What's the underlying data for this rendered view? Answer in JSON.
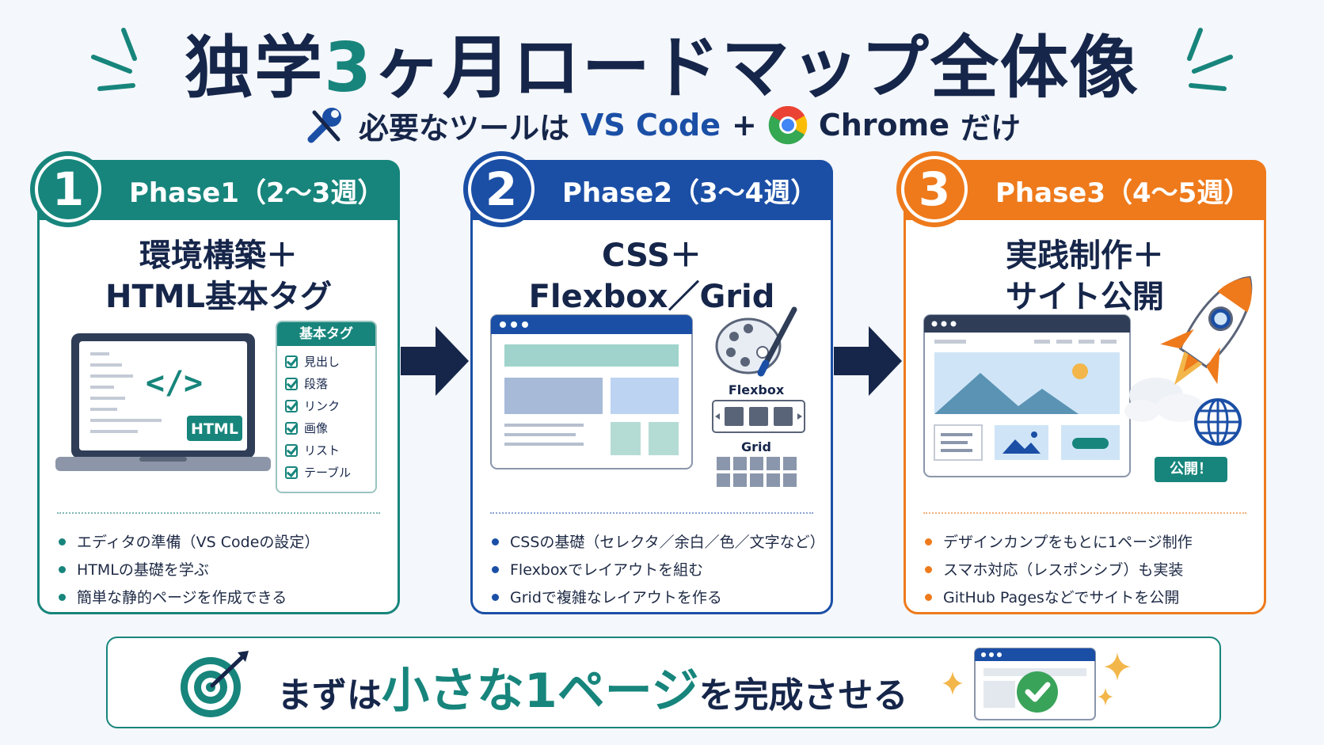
{
  "title": {
    "part1": "独学",
    "accent": "3",
    "part2": "ヶ月ロードマップ全体像"
  },
  "subtitle": {
    "lead": "必要なツールは",
    "vscode": "VS Code",
    "plus": "+",
    "chrome": "Chrome",
    "tail": "だけ",
    "icons": [
      "tools-icon",
      "chrome-icon"
    ]
  },
  "phases": [
    {
      "number": "1",
      "label": "Phase1（2〜3週）",
      "heading_line1": "環境構築＋",
      "heading_line2": "HTML基本タグ",
      "illustration": {
        "laptop_badge": "HTML",
        "code_symbol": "</>",
        "tag_card_title": "基本タグ",
        "tags": [
          "見出し",
          "段落",
          "リンク",
          "画像",
          "リスト",
          "テーブル"
        ]
      },
      "bullets": [
        "エディタの準備（VS Codeの設定）",
        "HTMLの基礎を学ぶ",
        "簡単な静的ページを作成できる"
      ],
      "color": "#17857c"
    },
    {
      "number": "2",
      "label": "Phase2（3〜4週）",
      "heading_line1": "CSS＋",
      "heading_line2": "Flexbox／Grid",
      "illustration": {
        "flexbox_label": "Flexbox",
        "grid_label": "Grid"
      },
      "bullets": [
        "CSSの基礎（セレクタ／余白／色／文字など）",
        "Flexboxでレイアウトを組む",
        "Gridで複雑なレイアウトを作る"
      ],
      "color": "#1b4fa6"
    },
    {
      "number": "3",
      "label": "Phase3（4〜5週）",
      "heading_line1": "実践制作＋",
      "heading_line2": "サイト公開",
      "illustration": {
        "publish_label": "公開！"
      },
      "bullets": [
        "デザインカンプをもとに1ページ制作",
        "スマホ対応（レスポンシブ）も実装",
        "GitHub Pagesなどでサイトを公開"
      ],
      "color": "#ee7a1c"
    }
  ],
  "banner": {
    "text1": "まずは",
    "text2": "小さな1ページ",
    "text3": "を完成させる"
  },
  "colors": {
    "navy": "#16264a",
    "teal": "#17857c",
    "blue": "#1b4fa6",
    "orange": "#ee7a1c",
    "background": "#f4f7fb"
  }
}
